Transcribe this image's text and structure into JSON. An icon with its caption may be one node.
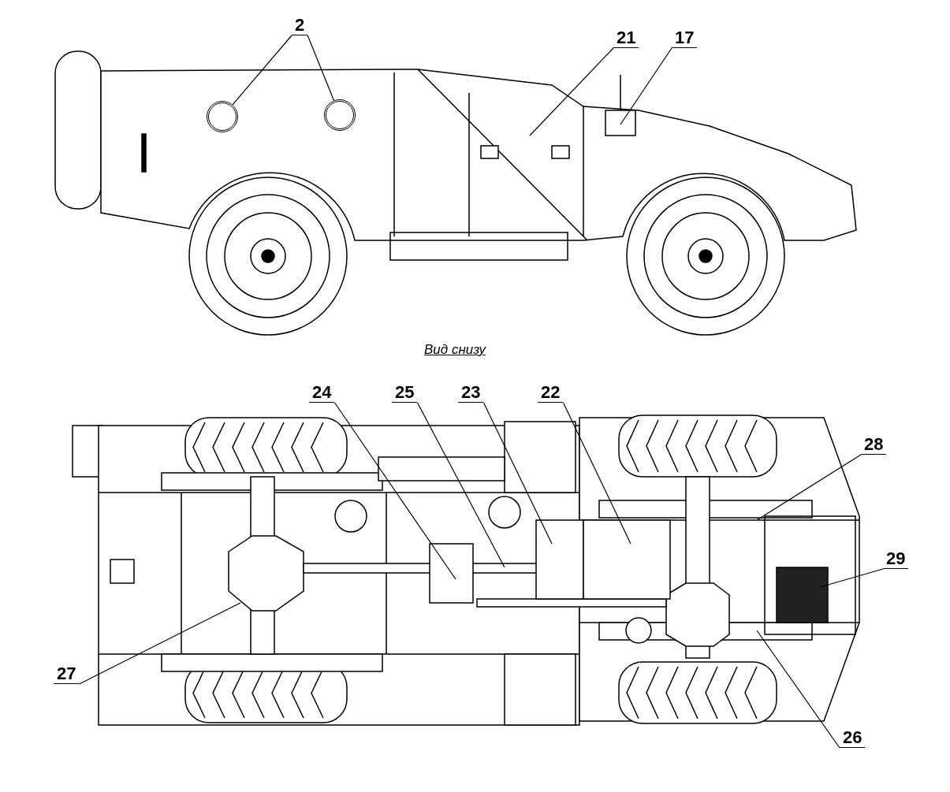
{
  "diagram": {
    "nodes": [
      {
        "text": [
          "2"
        ]
      },
      {
        "text": [
          "21"
        ]
      },
      {
        "text": [
          "17"
        ]
      },
      {
        "text": [
          "24"
        ]
      },
      {
        "text": [
          "25"
        ]
      },
      {
        "text": [
          "23"
        ]
      },
      {
        "text": [
          "22"
        ]
      },
      {
        "text": [
          "28"
        ]
      },
      {
        "text": [
          "29"
        ]
      },
      {
        "text": [
          "27"
        ]
      },
      {
        "text": [
          "26"
        ]
      },
      {
        "text": [],
        "shape": "circle"
      },
      {
        "text": [],
        "shape": "circle"
      }
    ],
    "edges": [
      {
        "from": 0,
        "to": 11,
        "arrow": "none"
      },
      {
        "from": 0,
        "to": 12,
        "arrow": "none"
      },
      {
        "from": 1,
        "to": null,
        "arrow": "none"
      },
      {
        "from": 2,
        "to": null,
        "arrow": "none"
      },
      {
        "from": 3,
        "to": null,
        "arrow": "none"
      },
      {
        "from": 4,
        "to": null,
        "arrow": "none"
      },
      {
        "from": 5,
        "to": null,
        "arrow": "none"
      },
      {
        "from": 6,
        "to": null,
        "arrow": "none"
      },
      {
        "from": 7,
        "to": null,
        "arrow": "none"
      },
      {
        "from": 8,
        "to": null,
        "arrow": "none"
      },
      {
        "from": 9,
        "to": null,
        "arrow": "none"
      },
      {
        "from": 10,
        "to": null,
        "arrow": "none"
      }
    ],
    "labels": [
      "Вид снизу"
    ]
  }
}
